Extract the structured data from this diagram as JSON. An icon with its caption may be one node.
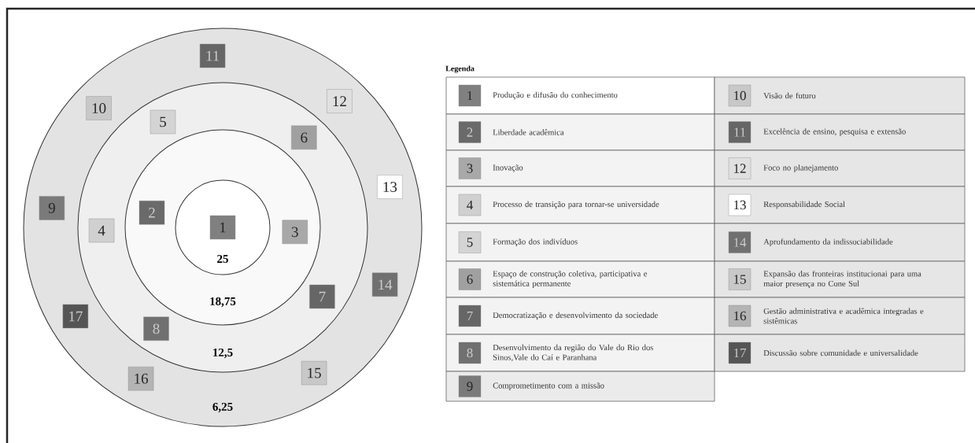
{
  "diagram": {
    "nodes": [
      {
        "text": [
          "6,25"
        ]
      },
      {
        "text": [
          "12,5"
        ],
        "in": 0
      },
      {
        "text": [
          "18,75"
        ],
        "in": 1
      },
      {
        "text": [
          "25"
        ],
        "in": 2
      },
      {
        "text": [
          "1"
        ],
        "in": 3
      },
      {
        "text": [
          "2"
        ],
        "in": 2
      },
      {
        "text": [
          "3"
        ],
        "in": 2
      },
      {
        "text": [
          "4"
        ],
        "in": 1
      },
      {
        "text": [
          "5"
        ],
        "in": 1
      },
      {
        "text": [
          "6"
        ],
        "in": 1
      },
      {
        "text": [
          "7"
        ],
        "in": 1
      },
      {
        "text": [
          "8"
        ],
        "in": 1
      },
      {
        "text": [
          "9"
        ],
        "in": 0
      },
      {
        "text": [
          "10"
        ],
        "in": 0
      },
      {
        "text": [
          "11"
        ],
        "in": 0
      },
      {
        "text": [
          "12"
        ],
        "in": 0
      },
      {
        "text": [
          "13"
        ],
        "in": 0
      },
      {
        "text": [
          "14"
        ],
        "in": 0
      },
      {
        "text": [
          "15"
        ],
        "in": 0
      },
      {
        "text": [
          "16"
        ],
        "in": 0
      },
      {
        "text": [
          "17"
        ],
        "in": 0
      }
    ],
    "labels": [
      "Legenda",
      "1",
      "2",
      "3",
      "4",
      "5",
      "6",
      "7",
      "8",
      "9",
      "10",
      "11",
      "12",
      "13",
      "14",
      "15",
      "16",
      "17"
    ],
    "legend": [
      {
        "text": "Produção e difusão do conhecimento",
        "color": "#808080"
      },
      {
        "text": "Liberdade acadêmica",
        "color": "#6a6a6a"
      },
      {
        "text": "Inovação",
        "color": "#a8a8a8"
      },
      {
        "text": "Processo de transição para tornar-se universidade",
        "color": "#d0d0d0"
      },
      {
        "text": "Formação dos indivíduos",
        "color": "#d4d4d4"
      },
      {
        "text": "Espaço de construção coletiva, participativa e sistemática permanente",
        "color": "#a0a0a0"
      },
      {
        "text": "Democratização e desenvolvimento da sociedade",
        "color": "#666666"
      },
      {
        "text": "Desenvolvimento da região do Vale do Rio dos Sinos,Vale do Caí e Paranhana",
        "color": "#707070"
      },
      {
        "text": "Comprometimento com a missão",
        "color": "#7a7a7a"
      },
      {
        "text": "Visão de futuro",
        "color": "#c8c8c8"
      },
      {
        "text": "Excelência de ensino, pesquisa e extensão",
        "color": "#666666"
      },
      {
        "text": "Foco no planejamento",
        "color": "#e0e0e0"
      },
      {
        "text": "Responsabilidade Social",
        "color": "#ffffff"
      },
      {
        "text": "Aprofundamento da indissociabilidade",
        "color": "#707070"
      },
      {
        "text": "Expansão das fronteiras institucionai para uma maior presença no Cone Sul",
        "color": "#c8c8c8"
      },
      {
        "text": "Gestão administrativa e acadêmica integradas e sistêmicas",
        "color": "#b4b4b4"
      },
      {
        "text": "Discussão sobre comunidade e universalidade",
        "color": "#555555"
      }
    ]
  }
}
